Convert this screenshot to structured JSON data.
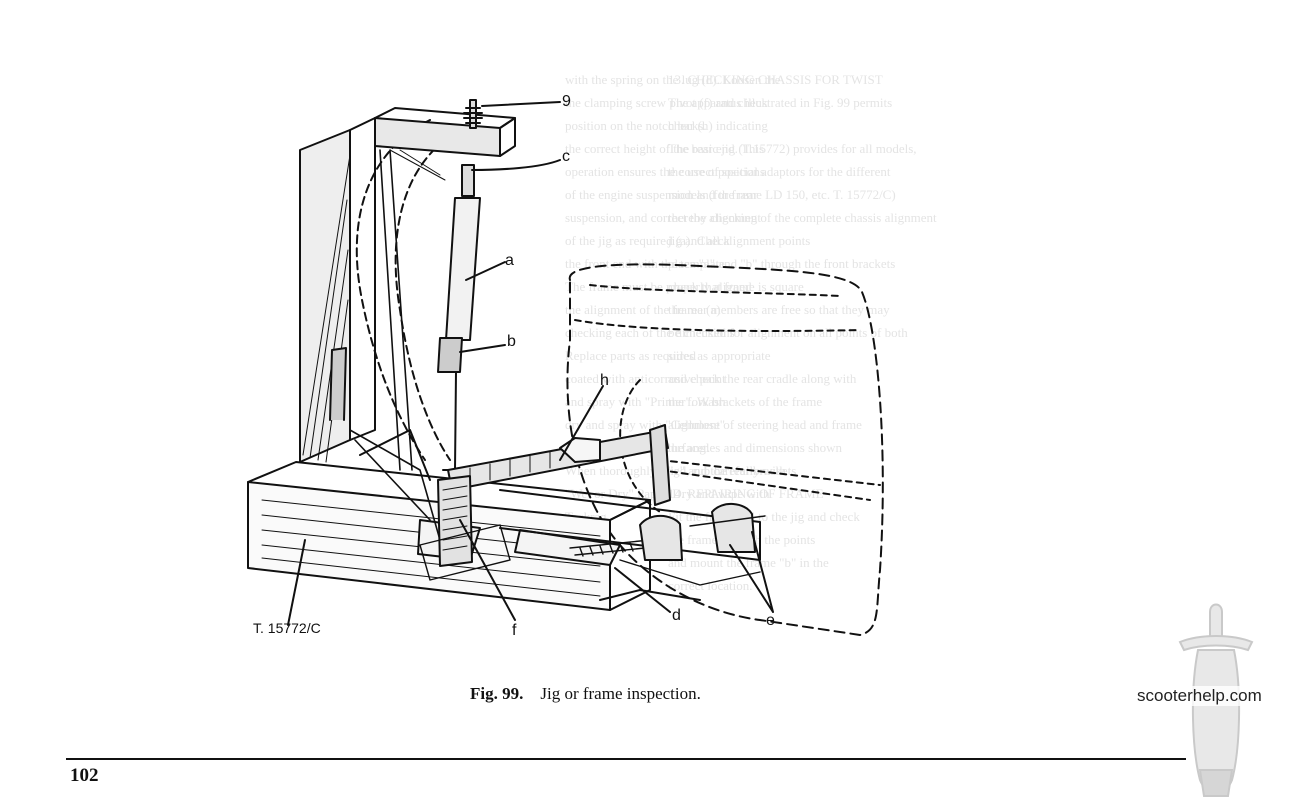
{
  "figure": {
    "ref": "T. 15772/C",
    "labels": {
      "g": "9",
      "c": "c",
      "a": "a",
      "b": "b",
      "h": "h",
      "f": "f",
      "d": "d",
      "e": "e"
    }
  },
  "caption": {
    "number": "Fig. 99.",
    "text": "Jig or frame inspection."
  },
  "page_number": "102",
  "watermark": {
    "text": "scooterhelp.com"
  },
  "bleed_through": {
    "left_lines": [
      "with the spring on the lug (d). Loosen the",
      "the clamping screw pivot (f) and check",
      "position on the notch bar (h) indicating",
      "the correct height of the rear end. This",
      "operation ensures the correct positions",
      "of the engine suspension and the rear",
      "suspension, and correct the alignment",
      "of the jig as required (a). Check",
      "the front end with the template",
      "",
      "The frame must be properly aligned",
      "",
      "",
      "the alignment of the frame (a)",
      "checking each of the dimensions",
      "",
      "",
      "",
      "Replace parts as required",
      "",
      "coated with anticorrosive paint",
      "and spray with \"Primer\". Wash",
      "dry and spray with \"Cellulose\"",
      "Spray with Primer Surfacer.",
      "When thoroughly dried, rub carefully with",
      "\"Wet or Dry\" Paper. Dry and wipe with",
      "Tackrag."
    ],
    "right_lines": [
      "13. CHECKING CHASSIS FOR TWIST",
      "The apparatus illustrated in Fig. 99 permits",
      "checks.",
      "The basic jig (T.15772) provides for all models,",
      "the use of special adaptors for the different",
      "models (for frame LD 150, etc. T. 15772/C)",
      "thereby checking of the complete chassis alignment",
      "jig and all alignment points",
      "",
      "place \"a\" and \"b\" through the front brackets",
      "check that frame is square",
      "the rear members are free so that they may",
      "be checked for alignment on all points of both",
      "sides as appropriate",
      "and check the rear cradle along with",
      "the fork brackets of the frame",
      "alignment of steering head and frame",
      "",
      "the angles and dimensions shown",
      "\"g\" and the rear brackets",
      "",
      "14. REPAIRING OF FRAME",
      "Fit the frame \"a\" to the jig and check",
      "the frame through the points",
      "and mount the frame \"b\" in the",
      "correct location."
    ]
  }
}
